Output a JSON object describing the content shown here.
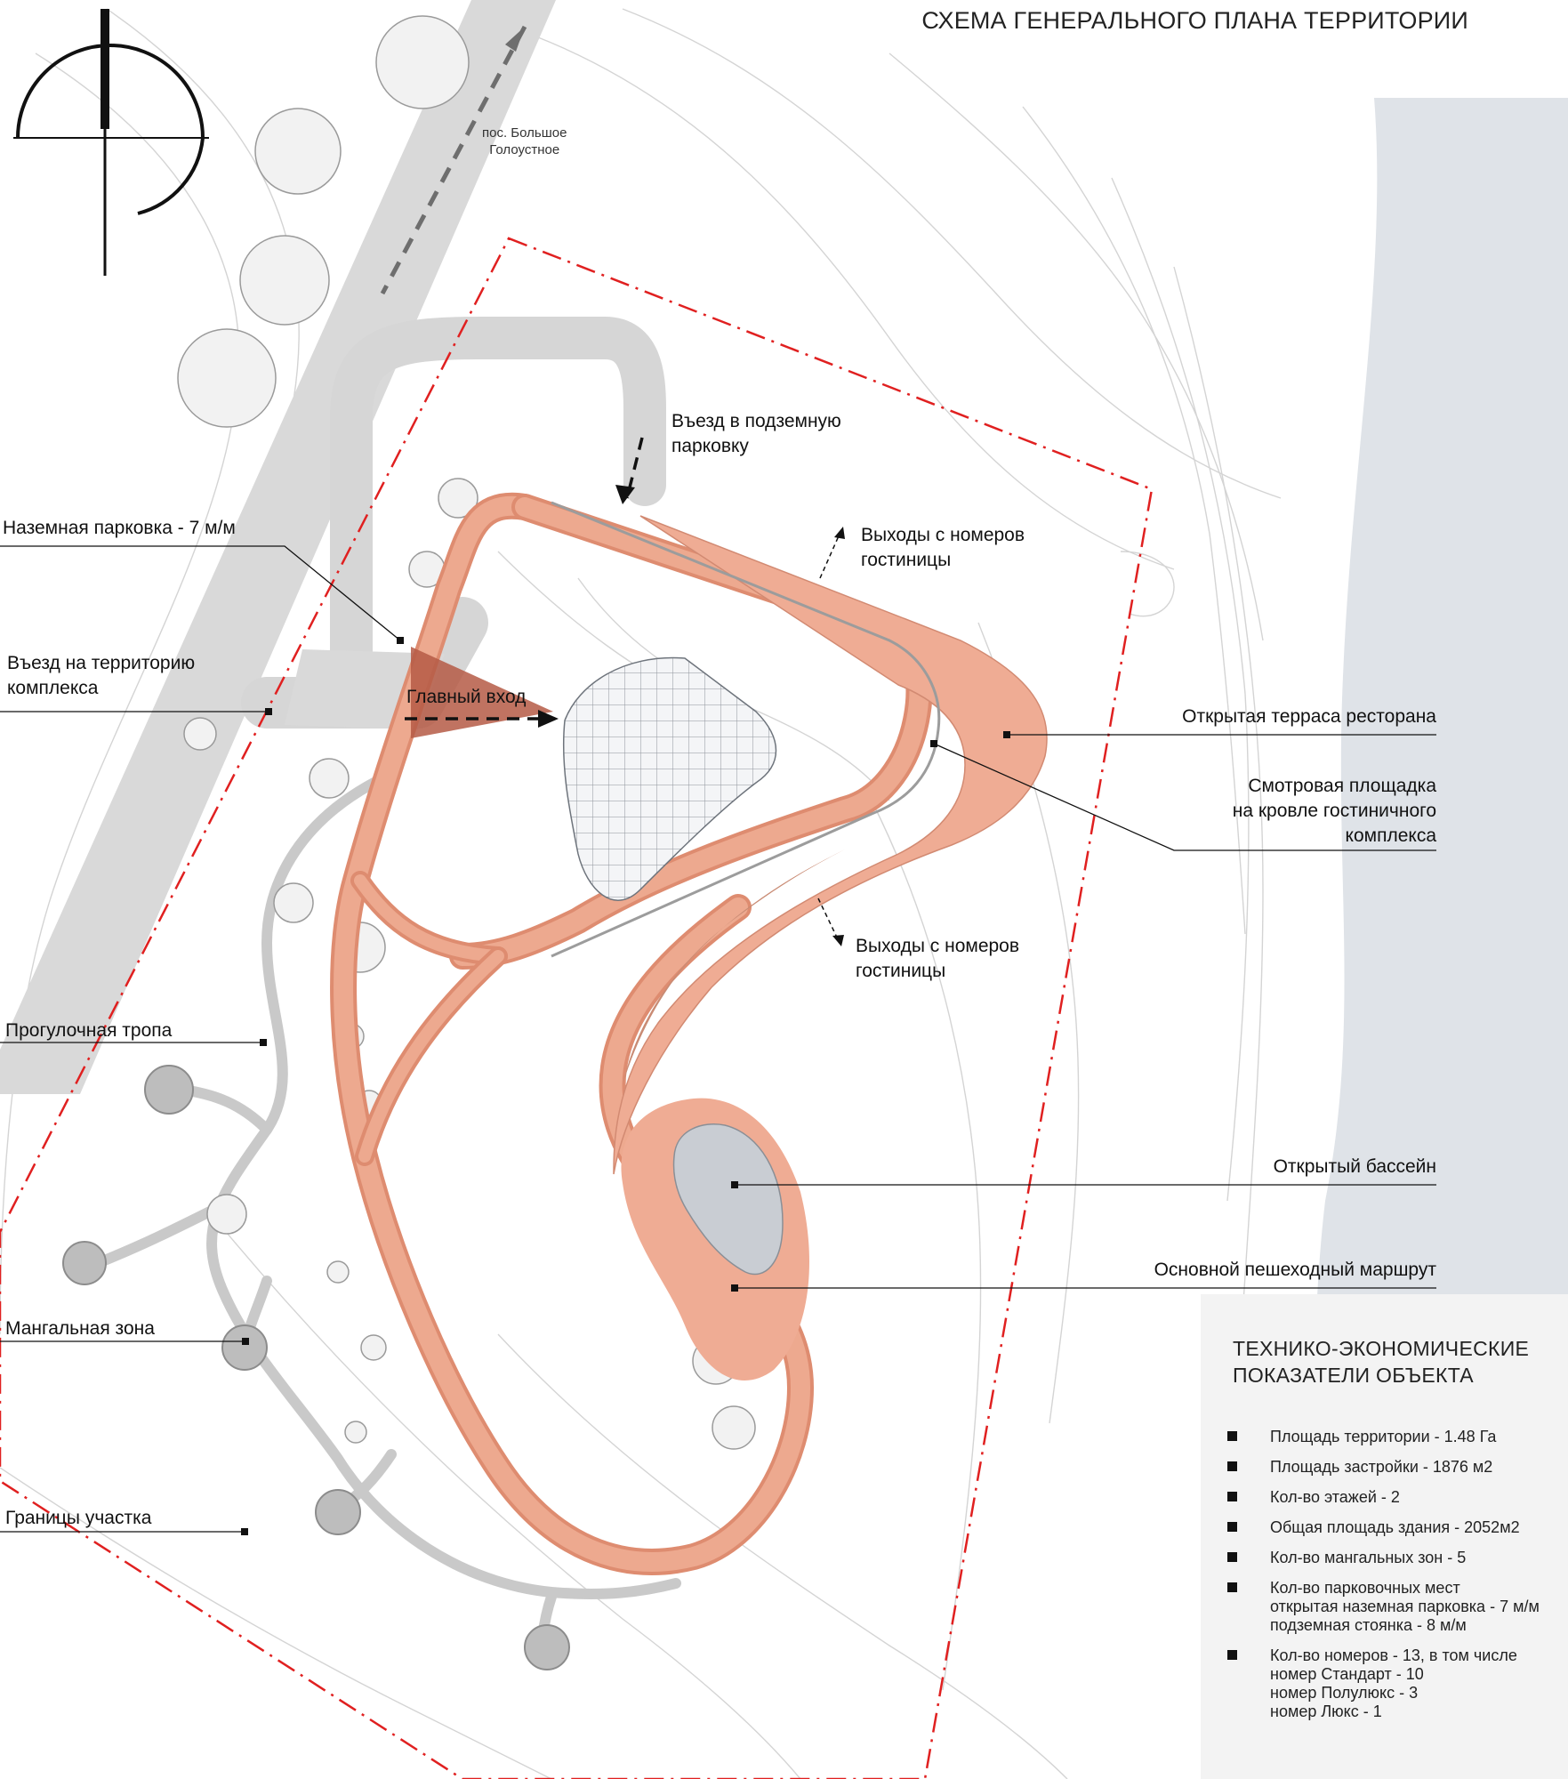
{
  "title": "СХЕМА ГЕНЕРАЛЬНОГО ПЛАНА ТЕРРИТОРИИ",
  "village_label": [
    "пос. Большое",
    "Голоустное"
  ],
  "colors": {
    "pedestrian_route": "#eda98f",
    "route_edge": "#de8c70",
    "terrace": "#efac94",
    "shadow": "#c98b74",
    "road": "#dcdcdc",
    "paths": "#c8c8c8",
    "water": "#dfe3e8",
    "boundary": "#e02020",
    "contours": "#d2d2d2"
  },
  "labels_left": [
    {
      "id": "surface-parking",
      "text": [
        "Наземная парковка - 7 м/м"
      ]
    },
    {
      "id": "territory-entry",
      "text": [
        "Въезд на территорию",
        "комплекса"
      ]
    },
    {
      "id": "walking-trail",
      "text": [
        "Прогулочная тропа"
      ]
    },
    {
      "id": "bbq-zone",
      "text": [
        "Мангальная зона"
      ]
    },
    {
      "id": "site-borders",
      "text": [
        "Границы участка"
      ]
    }
  ],
  "labels_center": [
    {
      "id": "underground-parking-entry",
      "text": [
        "Въезд в подземную",
        "парковку"
      ]
    },
    {
      "id": "main-entrance",
      "text": [
        "Главный вход"
      ]
    },
    {
      "id": "room-exits-top",
      "text": [
        "Выходы с номеров",
        "гостиницы"
      ]
    },
    {
      "id": "room-exits-bottom",
      "text": [
        "Выходы с номеров",
        "гостиницы"
      ]
    }
  ],
  "labels_right": [
    {
      "id": "restaurant-terrace",
      "text": [
        "Открытая терраса ресторана"
      ]
    },
    {
      "id": "viewing-platform",
      "text": [
        "Смотровая площадка",
        "на кровле гостиничного",
        "комплекса"
      ]
    },
    {
      "id": "outdoor-pool",
      "text": [
        "Открытый бассейн"
      ]
    },
    {
      "id": "main-pedestrian-route",
      "text": [
        "Основной пешеходный маршрут"
      ]
    }
  ],
  "tep": {
    "title": [
      "ТЕХНИКО-ЭКОНОМИЧЕСКИЕ",
      "ПОКАЗАТЕЛИ ОБЪЕКТА"
    ],
    "items": [
      [
        "Площадь территории - 1.48 Га"
      ],
      [
        "Площадь застройки - 1876 м2"
      ],
      [
        "Кол-во этажей - 2"
      ],
      [
        "Общая площадь здания - 2052м2"
      ],
      [
        "Кол-во мангальных зон - 5"
      ],
      [
        "Кол-во парковочных мест",
        "открытая наземная парковка - 7 м/м",
        "подземная стоянка - 8 м/м"
      ],
      [
        "Кол-во номеров - 13, в том числе",
        "номер Стандарт - 10",
        "номер Полулюкс - 3",
        "номер Люкс - 1"
      ]
    ]
  }
}
